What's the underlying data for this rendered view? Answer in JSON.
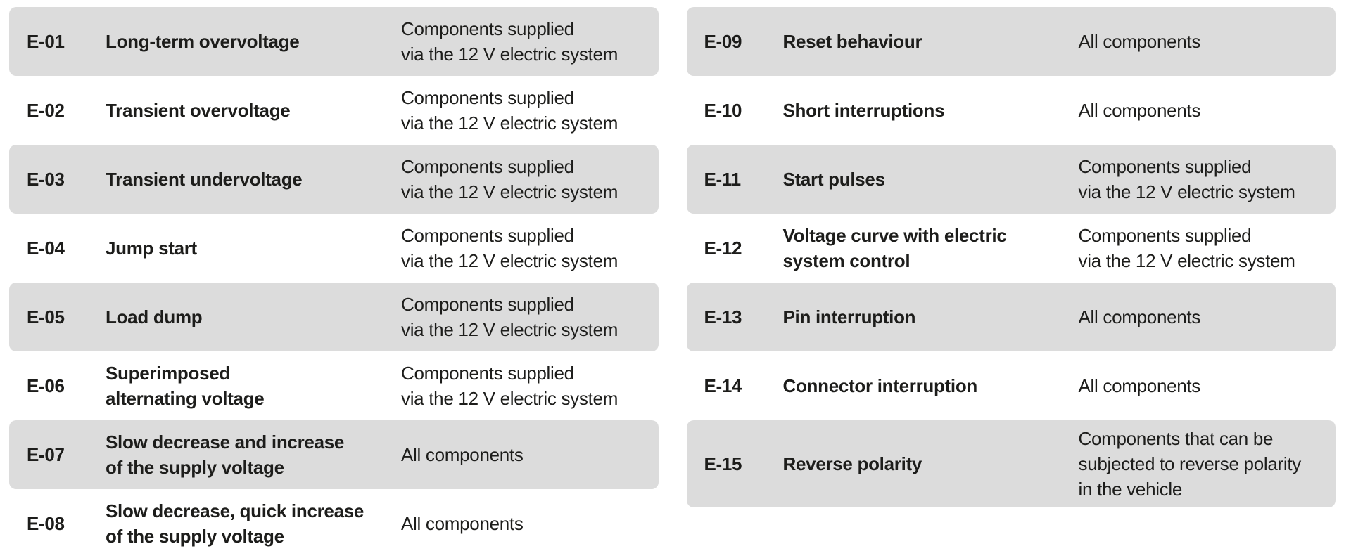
{
  "colors": {
    "page_background": "#ffffff",
    "row_band": "#dcdcdc",
    "text": "#1d1d1b"
  },
  "tables": {
    "left": {
      "rows": [
        {
          "code": "E-01",
          "name": "Long-term overvoltage",
          "desc": "Components supplied\nvia the 12 V electric system"
        },
        {
          "code": "E-02",
          "name": "Transient overvoltage",
          "desc": "Components supplied\nvia the 12 V electric system"
        },
        {
          "code": "E-03",
          "name": "Transient undervoltage",
          "desc": "Components supplied\nvia the 12 V electric system"
        },
        {
          "code": "E-04",
          "name": "Jump start",
          "desc": "Components supplied\nvia the 12 V electric system"
        },
        {
          "code": "E-05",
          "name": "Load dump",
          "desc": "Components supplied\nvia the 12 V electric system"
        },
        {
          "code": "E-06",
          "name": "Superimposed\nalternating voltage",
          "desc": "Components supplied\nvia the 12 V electric system"
        },
        {
          "code": "E-07",
          "name": "Slow decrease and increase\nof the supply voltage",
          "desc": "All components"
        },
        {
          "code": "E-08",
          "name": "Slow decrease, quick increase\nof the supply voltage",
          "desc": "All components"
        }
      ]
    },
    "right": {
      "rows": [
        {
          "code": "E-09",
          "name": "Reset behaviour",
          "desc": "All components"
        },
        {
          "code": "E-10",
          "name": "Short interruptions",
          "desc": "All components"
        },
        {
          "code": "E-11",
          "name": "Start pulses",
          "desc": "Components supplied\nvia the 12 V electric system"
        },
        {
          "code": "E-12",
          "name": "Voltage curve with electric\nsystem control",
          "desc": "Components supplied\nvia the 12 V electric system"
        },
        {
          "code": "E-13",
          "name": "Pin interruption",
          "desc": "All components"
        },
        {
          "code": "E-14",
          "name": "Connector interruption",
          "desc": "All components"
        },
        {
          "code": "E-15",
          "name": "Reverse polarity",
          "desc": "Components that can be\nsubjected to reverse polarity\nin the vehicle"
        }
      ]
    }
  }
}
